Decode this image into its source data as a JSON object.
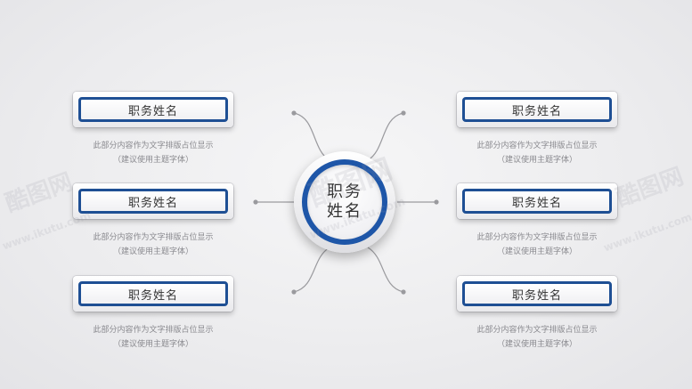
{
  "center": {
    "title": "职务姓名"
  },
  "nodes": [
    {
      "title": "职务姓名",
      "desc_line1": "此部分内容作为文字排版占位显示",
      "desc_line2": "（建议使用主题字体）"
    },
    {
      "title": "职务姓名",
      "desc_line1": "此部分内容作为文字排版占位显示",
      "desc_line2": "（建议使用主题字体）"
    },
    {
      "title": "职务姓名",
      "desc_line1": "此部分内容作为文字排版占位显示",
      "desc_line2": "（建议使用主题字体）"
    },
    {
      "title": "职务姓名",
      "desc_line1": "此部分内容作为文字排版占位显示",
      "desc_line2": "（建议使用主题字体）"
    },
    {
      "title": "职务姓名",
      "desc_line1": "此部分内容作为文字排版占位显示",
      "desc_line2": "（建议使用主题字体）"
    },
    {
      "title": "职务姓名",
      "desc_line1": "此部分内容作为文字排版占位显示",
      "desc_line2": "（建议使用主题字体）"
    }
  ],
  "watermark": {
    "brand": "酷图网",
    "url": "www.ikutu.com"
  },
  "colors": {
    "accent": "#1e56a8",
    "connector": "#9a9a9e"
  }
}
